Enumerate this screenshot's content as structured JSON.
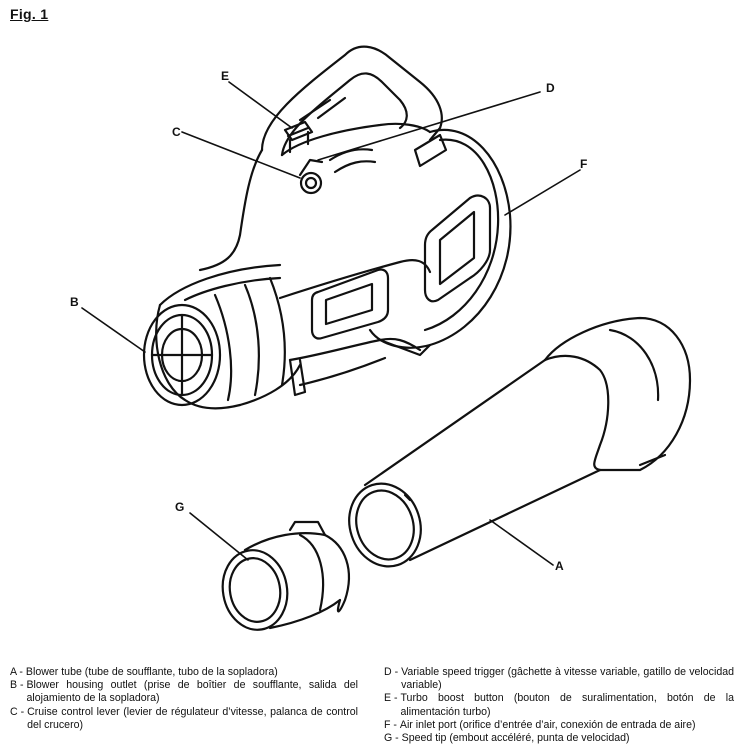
{
  "figure": {
    "title": "Fig. 1"
  },
  "callouts": {
    "A": "A",
    "B": "B",
    "C": "C",
    "D": "D",
    "E": "E",
    "F": "F",
    "G": "G"
  },
  "legend": {
    "left": [
      {
        "key": "A - ",
        "text": "Blower tube (tube de soufflante, tubo de la sopladora)"
      },
      {
        "key": "B - ",
        "text": "Blower housing outlet (prise de boîtier de soufflante, salida del alojamiento de la sopladora)"
      },
      {
        "key": "C - ",
        "text": "Cruise control lever (levier de régulateur d’vitesse, palanca de control del crucero)"
      }
    ],
    "right": [
      {
        "key": "D - ",
        "text": "Variable speed trigger (gâchette à vitesse variable, gatillo de velocidad variable)"
      },
      {
        "key": "E - ",
        "text": "Turbo boost button (bouton de suralimentation, botón de la alimentación turbo)"
      },
      {
        "key": "F - ",
        "text": "Air inlet port (orifice d’entrée d’air, conexión de entrada de aire)"
      },
      {
        "key": "G - ",
        "text": "Speed tip (embout accéléré, punta de velocidad)"
      }
    ]
  }
}
